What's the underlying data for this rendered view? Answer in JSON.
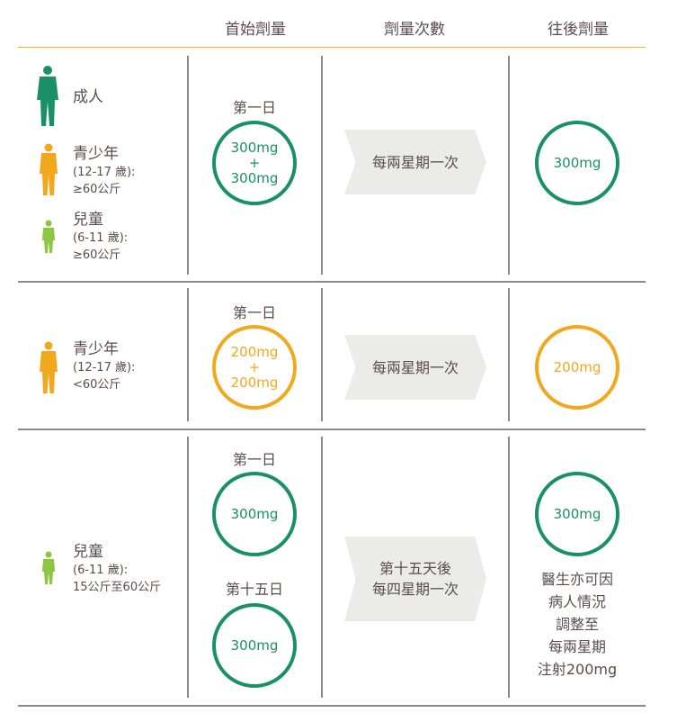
{
  "header": {
    "col1": "首始劑量",
    "col2": "劑量次數",
    "col3": "往後劑量"
  },
  "colors": {
    "green": "#1a9068",
    "orange": "#f2a81d",
    "lightgreen": "#8dc63f",
    "gold": "#e8b323"
  },
  "rows": [
    {
      "groups": [
        {
          "title": "成人",
          "icon": "adult-person-icon"
        },
        {
          "title": "青少年",
          "age": "(12-17 歲):",
          "weight": "≥60公斤",
          "icon": "teen-person-icon"
        },
        {
          "title": "兒童",
          "age": "(6-11 歲):",
          "weight": "≥60公斤",
          "icon": "child-person-icon"
        }
      ],
      "initial": {
        "day": "第一日",
        "dose1": "300mg",
        "plus": "+",
        "dose2": "300mg"
      },
      "frequency": "每兩星期一次",
      "subsequent": "300mg"
    },
    {
      "groups": [
        {
          "title": "青少年",
          "age": "(12-17 歲):",
          "weight": "<60公斤",
          "icon": "teen-person-icon"
        }
      ],
      "initial": {
        "day": "第一日",
        "dose1": "200mg",
        "plus": "+",
        "dose2": "200mg"
      },
      "frequency": "每兩星期一次",
      "subsequent": "200mg"
    },
    {
      "groups": [
        {
          "title": "兒童",
          "age": "(6-11 歲):",
          "weight": "15公斤至60公斤",
          "icon": "child-person-icon"
        }
      ],
      "initial": {
        "day": "第一日",
        "dose1": "300mg",
        "day2": "第十五日",
        "dose2": "300mg"
      },
      "frequency": {
        "line1": "第十五天後",
        "line2": "每四星期一次"
      },
      "subsequent": "300mg",
      "note": [
        "醫生亦可因",
        "病人情況",
        "調整至",
        "每兩星期",
        "注射200mg"
      ]
    }
  ]
}
